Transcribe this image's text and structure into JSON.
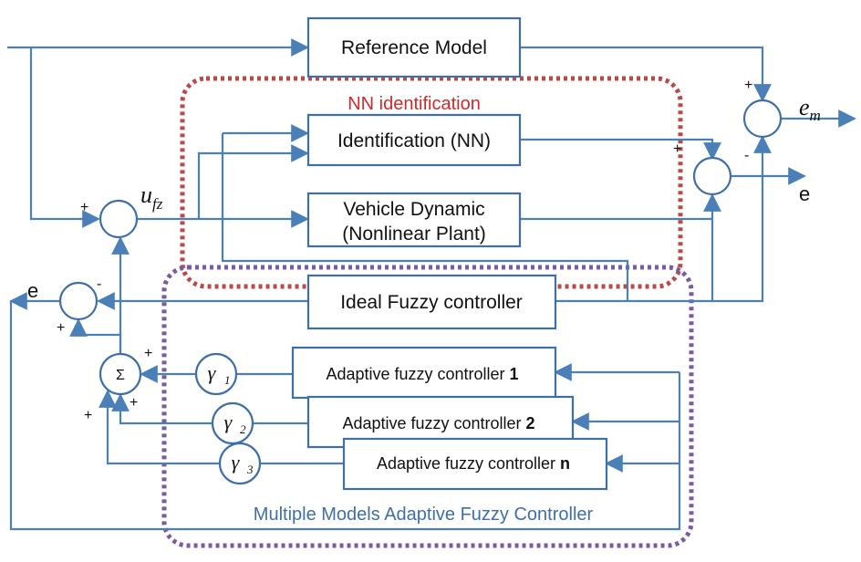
{
  "blocks": {
    "reference_model": "Reference Model",
    "identification_nn": "Identification (NN)",
    "vehicle_dynamic_line1": "Vehicle Dynamic",
    "vehicle_dynamic_line2": "(Nonlinear Plant)",
    "ideal_fuzzy": "Ideal Fuzzy controller",
    "adaptive_1": "Adaptive fuzzy controller",
    "adaptive_1_index": "1",
    "adaptive_2": "Adaptive fuzzy controller",
    "adaptive_2_index": "2",
    "adaptive_n": "Adaptive fuzzy controller",
    "adaptive_n_index": "n"
  },
  "regions": {
    "nn_identification": "NN identification",
    "multiple_models": "Multiple Models Adaptive Fuzzy Controller"
  },
  "signals": {
    "em_base": "e",
    "em_sub": "m",
    "e_right": "e",
    "e_left": "e",
    "ufz_base": "u",
    "ufz_sub": "fz"
  },
  "summation": {
    "sigma": "Σ",
    "gamma": "γ",
    "gamma_1": "1",
    "gamma_2": "2",
    "gamma_3": "3"
  },
  "signs": {
    "plus": "+",
    "minus": "-"
  },
  "colors": {
    "wire": "#4a7fb8",
    "block_border": "#3f6fa8",
    "nn_region": "#b84a4a",
    "nn_title": "#d12a2a",
    "mm_region": "#7a5aa0",
    "mm_title": "#3f6fa8"
  }
}
